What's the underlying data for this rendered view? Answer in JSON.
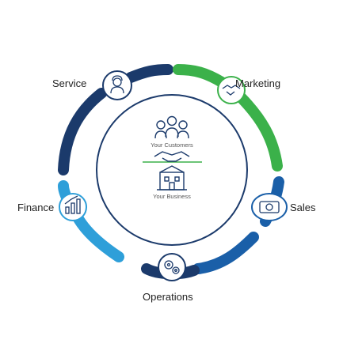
{
  "center": {
    "top_label": "Your Customers",
    "bottom_label": "Your Business"
  },
  "segments": [
    {
      "label": "Service",
      "color": "#1b3a6b",
      "icon": "support-agent-icon"
    },
    {
      "label": "Marketing",
      "color": "#3bb14a",
      "icon": "handshake-icon"
    },
    {
      "label": "Sales",
      "color": "#1a5fa8",
      "icon": "money-icon"
    },
    {
      "label": "Operations",
      "color": "#1b3a6b",
      "icon": "gears-icon"
    },
    {
      "label": "Finance",
      "color": "#2e9fd9",
      "icon": "growth-chart-icon"
    }
  ],
  "accent_colors": {
    "inner_ring": "#1b3a6b",
    "divider": "#3bb14a",
    "icon_stroke": "#1b3a6b"
  }
}
